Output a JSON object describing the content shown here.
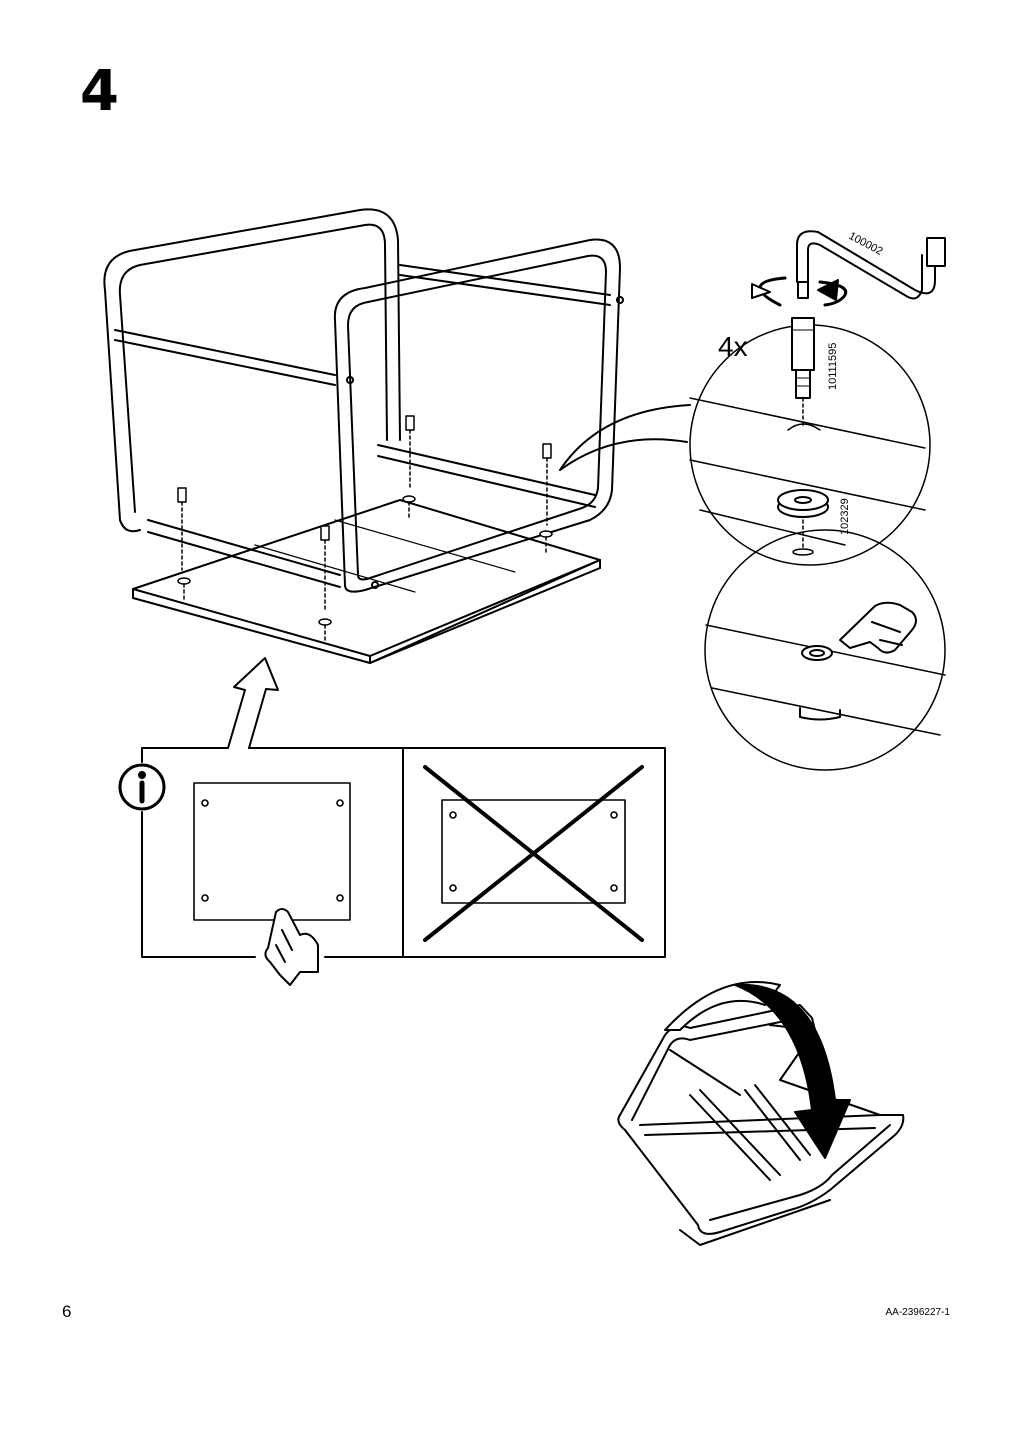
{
  "step": {
    "number": "4"
  },
  "parts": {
    "quantity": "4x",
    "tool_code": "100002",
    "screw_code": "10111595",
    "washer_code": "102329"
  },
  "footer": {
    "page_number": "6",
    "document_id": "AA-2396227-1"
  },
  "icons": [
    "info-icon",
    "pointing-hand-icon",
    "wrong-orientation-cross-icon",
    "flip-arrow-icon"
  ]
}
